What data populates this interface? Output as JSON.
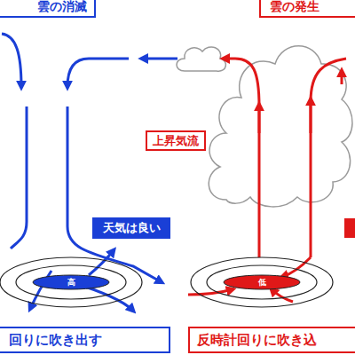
{
  "diagram": {
    "nodes": [
      {
        "text": [
          "雲の消滅"
        ]
      },
      {
        "text": [
          "雲の発生"
        ]
      },
      {
        "text": [
          "上昇気流"
        ]
      },
      {
        "text": [
          "天気は良い"
        ]
      },
      {
        "text": [
          "高"
        ]
      },
      {
        "text": [
          "低"
        ]
      },
      {
        "text": [
          "回りに吹き出す"
        ]
      },
      {
        "text": [
          "反時計回りに吹き込"
        ]
      }
    ]
  }
}
